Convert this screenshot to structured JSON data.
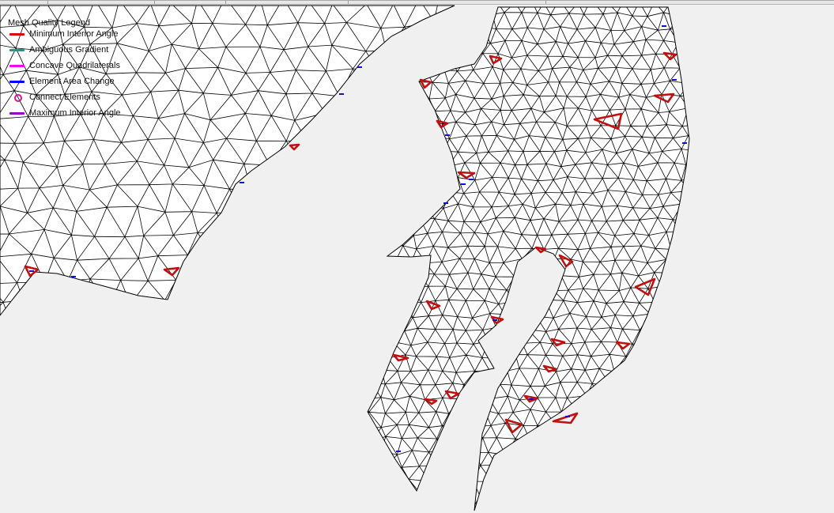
{
  "legend": {
    "title": "Mesh Quality Legend",
    "items": [
      {
        "label": "Minimum Interior Angle",
        "color": "#e00000",
        "icon": "line-swatch"
      },
      {
        "label": "Ambiguous Gradient",
        "color": "#3a8a8a",
        "icon": "line-swatch"
      },
      {
        "label": "Concave Quadrilaterals",
        "color": "#ff00ff",
        "icon": "line-swatch"
      },
      {
        "label": "Element Area Change",
        "color": "#0000ff",
        "icon": "line-swatch"
      },
      {
        "label": "Connect Elements",
        "color": "#d01898",
        "icon": "circle-swatch"
      },
      {
        "label": "Maximum Interior Angle",
        "color": "#9900cc",
        "icon": "line-swatch"
      }
    ]
  },
  "colors": {
    "background": "#f0f0f0",
    "mesh_fill": "#ffffff",
    "mesh_line": "#000000",
    "min_angle_flag": "#c01010",
    "area_change_flag": "#1010d0"
  }
}
